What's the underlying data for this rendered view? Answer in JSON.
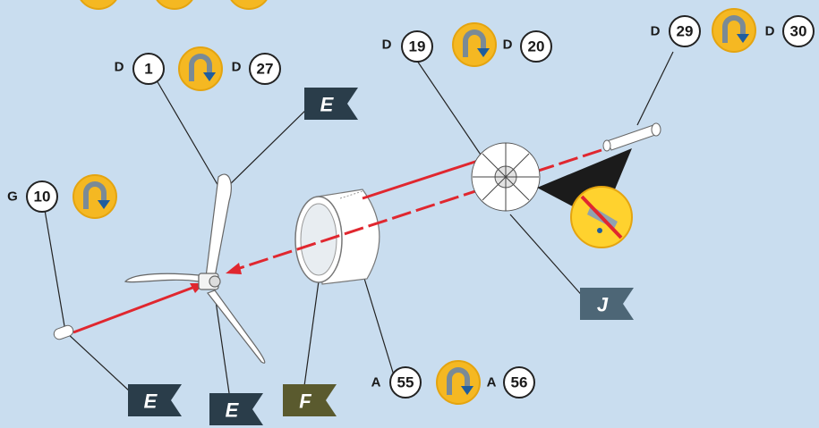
{
  "colors": {
    "background": "#c9ddef",
    "dark_flag": "#2a3d4a",
    "slate_flag": "#4d6676",
    "olive_flag": "#5a5a2e",
    "rotate_badge": "#f5b822",
    "arrow": "#e0272f"
  },
  "callouts": [
    {
      "id": "d1",
      "letter": "D",
      "number": "1"
    },
    {
      "id": "d27",
      "letter": "D",
      "number": "27"
    },
    {
      "id": "d19",
      "letter": "D",
      "number": "19"
    },
    {
      "id": "d20",
      "letter": "D",
      "number": "20"
    },
    {
      "id": "d29",
      "letter": "D",
      "number": "29"
    },
    {
      "id": "d30",
      "letter": "D",
      "number": "30"
    },
    {
      "id": "g10",
      "letter": "G",
      "number": "10"
    },
    {
      "id": "a55",
      "letter": "A",
      "number": "55"
    },
    {
      "id": "a56",
      "letter": "A",
      "number": "56"
    }
  ],
  "flags": {
    "e_top": "E",
    "e_bottom_left": "E",
    "e_bottom_mid": "E",
    "f": "F",
    "j": "J"
  },
  "icons": {
    "rotate": "rotate-clockwise-icon",
    "no_glue": "no-glue-icon"
  }
}
